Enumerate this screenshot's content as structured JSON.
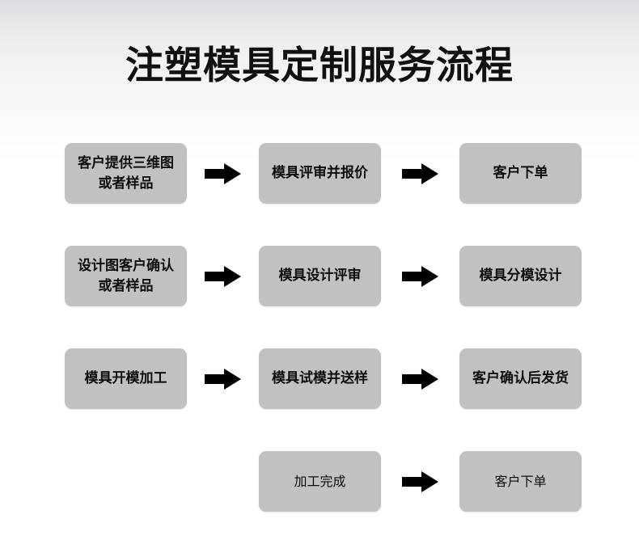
{
  "page": {
    "title": "注塑模具定制服务流程",
    "background_top_color": "#dcdde1",
    "background_bottom_color": "#ffffff",
    "node_fill_color": "#c2c0c0",
    "node_text_color": "#0d0d0d",
    "arrow_color": "#000000"
  },
  "flow": {
    "type": "flowchart",
    "columns": 3,
    "rows": [
      {
        "index": 1,
        "has_first_box": true,
        "nodes": [
          {
            "label": "客户提供三维图\n或者样品",
            "line1": "客户提供三维图",
            "line2": "或者样品",
            "bold": true
          },
          {
            "label": "模具评审并报价",
            "line1": "模具评审并报价",
            "line2": "",
            "bold": true
          },
          {
            "label": "客户下单",
            "line1": "客户下单",
            "line2": "",
            "bold": true
          }
        ],
        "arrows": [
          "right-block-arrow",
          "right-block-arrow"
        ]
      },
      {
        "index": 2,
        "has_first_box": true,
        "nodes": [
          {
            "label": "设计图客户确认\n或者样品",
            "line1": "设计图客户确认",
            "line2": "或者样品",
            "bold": true
          },
          {
            "label": "模具设计评审",
            "line1": "模具设计评审",
            "line2": "",
            "bold": true
          },
          {
            "label": "模具分模设计",
            "line1": "模具分模设计",
            "line2": "",
            "bold": true
          }
        ],
        "arrows": [
          "right-block-arrow",
          "right-block-arrow"
        ]
      },
      {
        "index": 3,
        "has_first_box": true,
        "nodes": [
          {
            "label": "模具开模加工",
            "line1": "模具开模加工",
            "line2": "",
            "bold": true
          },
          {
            "label": "模具试模并送样",
            "line1": "模具试模并送样",
            "line2": "",
            "bold": true
          },
          {
            "label": "客户确认后发货",
            "line1": "客户确认后发货",
            "line2": "",
            "bold": true
          }
        ],
        "arrows": [
          "right-block-arrow",
          "right-block-arrow"
        ]
      },
      {
        "index": 4,
        "has_first_box": false,
        "nodes": [
          {
            "label": "",
            "line1": "",
            "line2": "",
            "bold": false
          },
          {
            "label": "加工完成",
            "line1": "加工完成",
            "line2": "",
            "bold": false
          },
          {
            "label": "客户下单",
            "line1": "客户下单",
            "line2": "",
            "bold": false
          }
        ],
        "arrows": [
          "",
          "right-block-arrow"
        ]
      }
    ]
  }
}
